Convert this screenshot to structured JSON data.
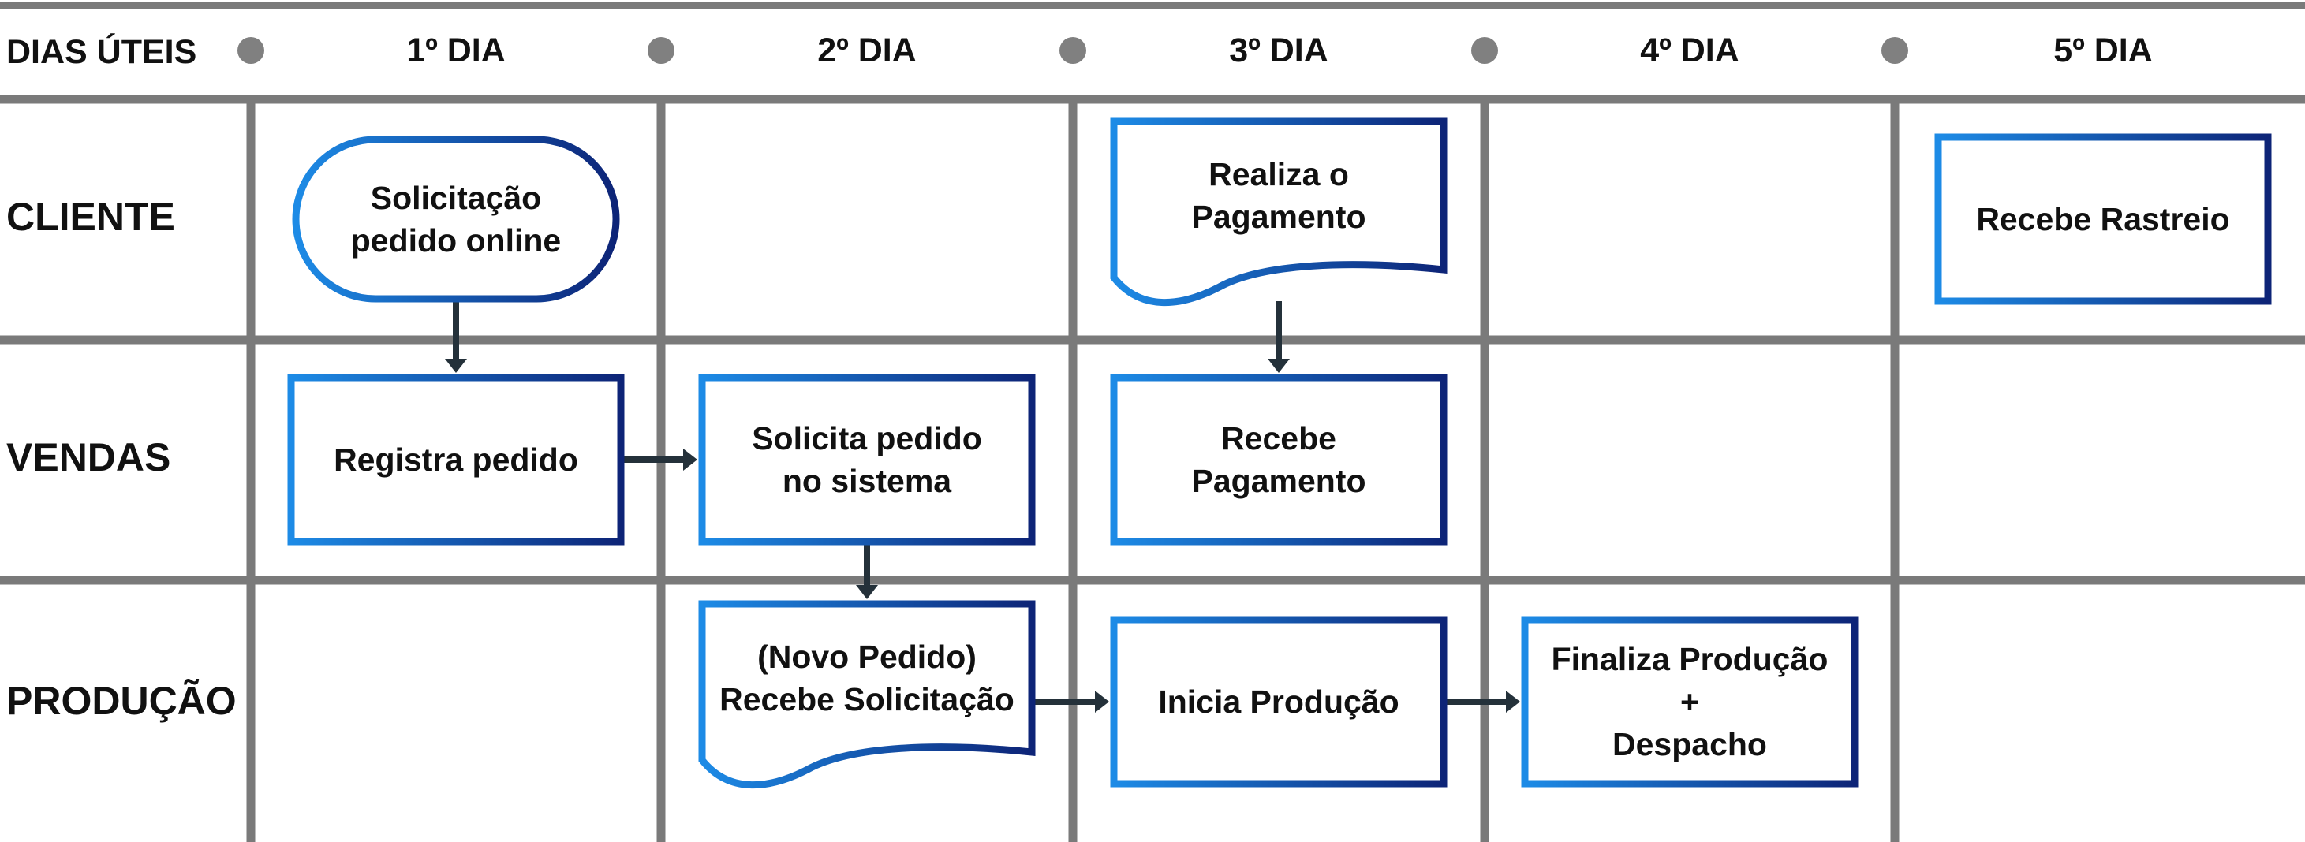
{
  "header": {
    "corner_label": "DIAS ÚTEIS",
    "days": [
      "1º DIA",
      "2º DIA",
      "3º DIA",
      "4º DIA",
      "5º DIA"
    ]
  },
  "lanes": [
    "CLIENTE",
    "VENDAS",
    "PRODUÇÃO"
  ],
  "nodes": [
    {
      "id": "solicitacao-pedido-online",
      "shape": "terminal",
      "lane": 0,
      "day": 0,
      "lines": [
        "Solicitação",
        "pedido online"
      ]
    },
    {
      "id": "realiza-pagamento",
      "shape": "document",
      "lane": 0,
      "day": 2,
      "lines": [
        "Realiza o",
        "Pagamento"
      ]
    },
    {
      "id": "recebe-rastreio",
      "shape": "process",
      "lane": 0,
      "day": 4,
      "lines": [
        "Recebe Rastreio"
      ]
    },
    {
      "id": "registra-pedido",
      "shape": "process",
      "lane": 1,
      "day": 0,
      "lines": [
        "Registra pedido"
      ]
    },
    {
      "id": "solicita-pedido-sistema",
      "shape": "process",
      "lane": 1,
      "day": 1,
      "lines": [
        "Solicita pedido",
        "no sistema"
      ]
    },
    {
      "id": "recebe-pagamento",
      "shape": "process",
      "lane": 1,
      "day": 2,
      "lines": [
        "Recebe",
        "Pagamento"
      ]
    },
    {
      "id": "recebe-solicitacao",
      "shape": "document",
      "lane": 2,
      "day": 1,
      "lines": [
        "(Novo Pedido)",
        "Recebe Solicitação"
      ]
    },
    {
      "id": "inicia-producao",
      "shape": "process",
      "lane": 2,
      "day": 2,
      "lines": [
        "Inicia Produção"
      ]
    },
    {
      "id": "finaliza-producao",
      "shape": "process",
      "lane": 2,
      "day": 3,
      "lines": [
        "Finaliza Produção",
        "+",
        "Despacho"
      ]
    }
  ],
  "connectors": [
    {
      "from": "solicitacao-pedido-online",
      "to": "registra-pedido",
      "direction": "down"
    },
    {
      "from": "realiza-pagamento",
      "to": "recebe-pagamento",
      "direction": "down"
    },
    {
      "from": "registra-pedido",
      "to": "solicita-pedido-sistema",
      "direction": "right"
    },
    {
      "from": "solicita-pedido-sistema",
      "to": "recebe-solicitacao",
      "direction": "down"
    },
    {
      "from": "recebe-solicitacao",
      "to": "inicia-producao",
      "direction": "right"
    },
    {
      "from": "inicia-producao",
      "to": "finaliza-producao",
      "direction": "right"
    }
  ],
  "colors": {
    "grid": "#7a7a7a",
    "dot": "#808080",
    "box_gradient_start": "#1d8be6",
    "box_gradient_end": "#0d2477",
    "arrow": "#24313a",
    "text": "#111111"
  }
}
